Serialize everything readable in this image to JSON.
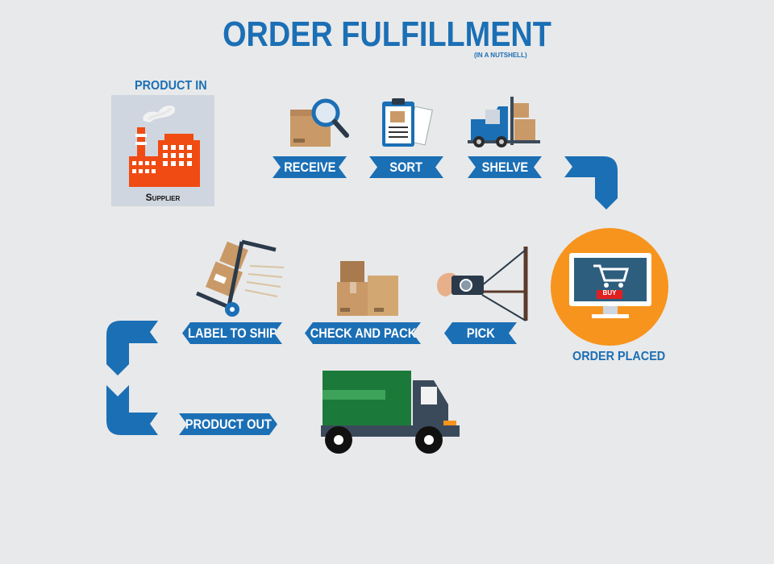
{
  "header": {
    "title": "ORDER FULFILLMENT",
    "subtitle": "(IN A NUTSHELL)"
  },
  "supplier": {
    "heading": "PRODUCT IN",
    "label": "Supplier"
  },
  "steps": {
    "receive": "RECEIVE",
    "sort": "SORT",
    "shelve": "SHELVE",
    "pick": "PICK",
    "check_and_pack": "CHECK AND PACK",
    "label_to_ship": "LABEL TO SHIP",
    "product_out": "PRODUCT OUT"
  },
  "order": {
    "label": "ORDER PLACED",
    "screen_text": "BUY"
  },
  "colors": {
    "accent_blue": "#1b6fb5",
    "factory_orange": "#f04b12",
    "order_circle": "#f7941d",
    "truck_green": "#1b7a3a",
    "box_tan": "#c99a67"
  },
  "icons": [
    "factory-icon",
    "magnifier-box-icon",
    "clipboard-icon",
    "forklift-icon",
    "computer-cart-icon",
    "scanner-icon",
    "boxes-icon",
    "hand-truck-icon",
    "delivery-truck-icon"
  ]
}
